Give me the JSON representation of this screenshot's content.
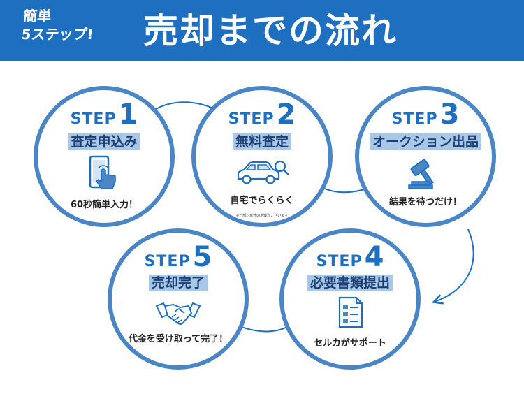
{
  "header": {
    "badge_line1": "簡単",
    "badge_line2": "5ステップ!",
    "title": "売却までの流れ",
    "bg_color": "#1f6fc0"
  },
  "accent_color": "#4a86c5",
  "steps": [
    {
      "step_word": "STEP",
      "number": "1",
      "title": "査定申込み",
      "caption": "60秒簡単入力！",
      "icon": "tablet-touch-icon"
    },
    {
      "step_word": "STEP",
      "number": "2",
      "title": "無料査定",
      "caption": "自宅でらくらく",
      "note": "※一部対象外の地域がございます",
      "icon": "car-magnifier-icon"
    },
    {
      "step_word": "STEP",
      "number": "3",
      "title": "オークション出品",
      "caption": "結果を待つだけ！",
      "icon": "gavel-icon"
    },
    {
      "step_word": "STEP",
      "number": "4",
      "title": "必要書類提出",
      "caption": "セルカがサポート",
      "icon": "document-icon"
    },
    {
      "step_word": "STEP",
      "number": "5",
      "title": "売却完了",
      "caption": "代金を受け取って完了！",
      "icon": "handshake-icon"
    }
  ]
}
